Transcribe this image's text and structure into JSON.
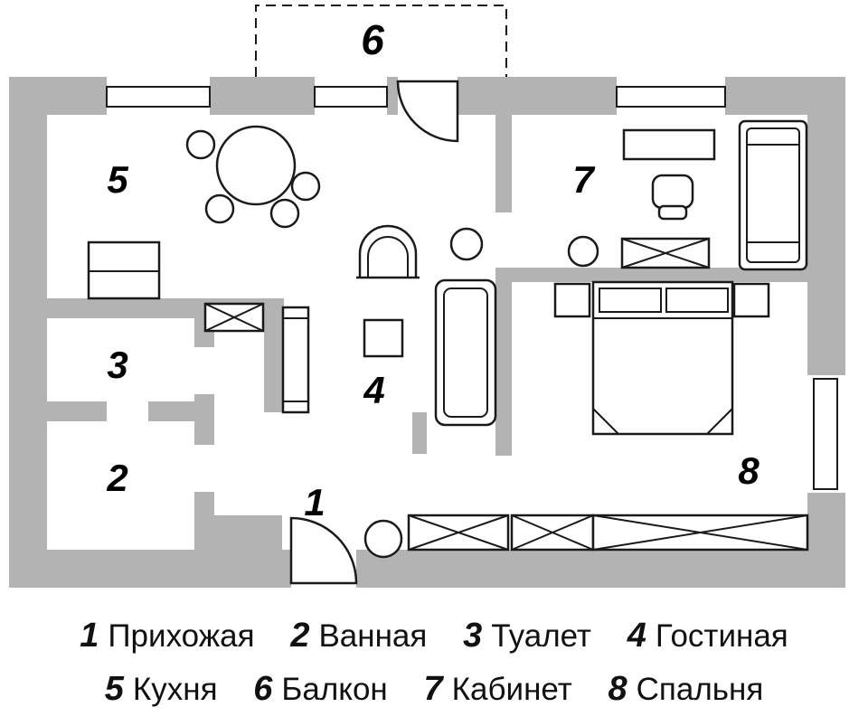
{
  "colors": {
    "wall": "#b3b3b3",
    "outline": "#1a1a1a",
    "background": "#ffffff"
  },
  "rooms": {
    "r1": {
      "num": "1",
      "name": "Прихожая"
    },
    "r2": {
      "num": "2",
      "name": "Ванная"
    },
    "r3": {
      "num": "3",
      "name": "Туалет"
    },
    "r4": {
      "num": "4",
      "name": "Гостиная"
    },
    "r5": {
      "num": "5",
      "name": "Кухня"
    },
    "r6": {
      "num": "6",
      "name": "Балкон"
    },
    "r7": {
      "num": "7",
      "name": "Кабинет"
    },
    "r8": {
      "num": "8",
      "name": "Спальня"
    }
  }
}
